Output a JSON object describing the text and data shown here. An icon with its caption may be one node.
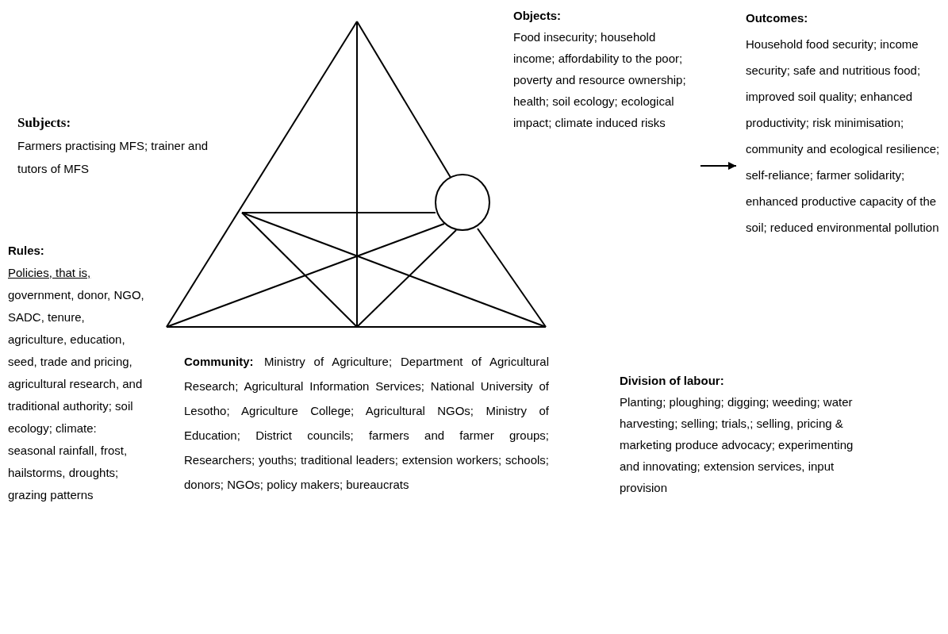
{
  "diagram": {
    "nodes": [
      {
        "text": [
          "Subjects:",
          "Farmers practising MFS; trainer and tutors of MFS"
        ]
      },
      {
        "text": [
          "Objects:",
          "Food insecurity; household income; affordability to the poor; poverty and resource ownership; health; soil ecology; ecological impact; climate induced risks"
        ]
      },
      {
        "text": [
          "Outcomes:",
          "Household food security; income security; safe and nutritious food; improved soil quality; enhanced productivity; risk minimisation; community and ecological resilience; self-reliance; farmer solidarity; enhanced productive capacity of the soil; reduced environmental pollution"
        ]
      },
      {
        "text": [
          "Rules:",
          "Policies, that is,",
          "government, donor, NGO, SADC, tenure, agriculture, education, seed, trade and pricing, agricultural research, and traditional authority; soil ecology; climate: seasonal rainfall, frost, hailstorms, droughts; grazing patterns"
        ]
      },
      {
        "text": [
          "Community:",
          "Ministry of Agriculture; Department of Agricultural Research; Agricultural Information Services; National University of Lesotho;  Agriculture College; Agricultural NGOs; Ministry of Education; District councils; farmers and farmer groups; Researchers; youths; traditional leaders; extension workers; schools; donors; NGOs; policy makers; bureaucrats"
        ]
      },
      {
        "text": [
          "Division of labour:",
          "Planting; ploughing; digging; weeding; water harvesting; selling; trials,; selling, pricing  & marketing produce advocacy; experimenting and innovating; extension services, input provision"
        ]
      },
      {
        "text": [],
        "shape": "circle"
      }
    ],
    "edges": [
      {
        "from": null,
        "to": 2,
        "arrow": "to"
      }
    ]
  }
}
